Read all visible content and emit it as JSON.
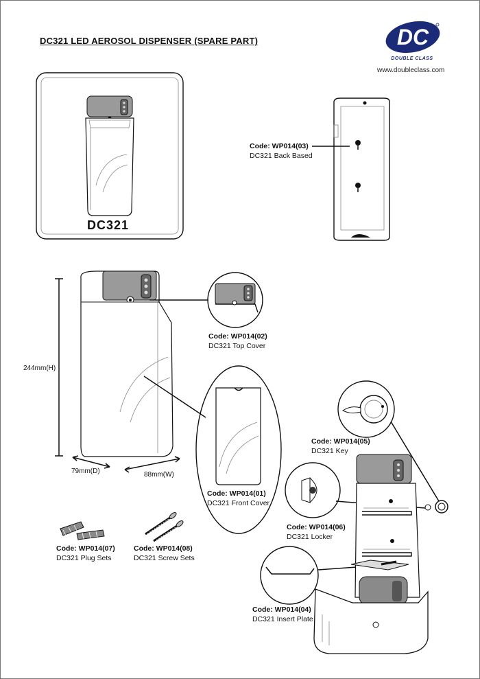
{
  "title": "DC321 LED AEROSOL DISPENSER (SPARE PART)",
  "brand": {
    "logo_text": "DC",
    "tagline": "DOUBLE CLASS",
    "website": "www.doubleclass.com",
    "color": "#1c2b78"
  },
  "product_label": "DC321",
  "dimensions": {
    "height": "244mm(H)",
    "depth": "79mm(D)",
    "width": "88mm(W)"
  },
  "parts": [
    {
      "code": "Code: WP014(03)",
      "name": "DC321 Back Based"
    },
    {
      "code": "Code: WP014(02)",
      "name": "DC321 Top Cover"
    },
    {
      "code": "Code: WP014(01)",
      "name": "DC321 Front Cover"
    },
    {
      "code": "Code: WP014(05)",
      "name": "DC321 Key"
    },
    {
      "code": "Code: WP014(06)",
      "name": "DC321 Locker"
    },
    {
      "code": "Code: WP014(07)",
      "name": "DC321 Plug Sets"
    },
    {
      "code": "Code: WP014(08)",
      "name": "DC321 Screw Sets"
    },
    {
      "code": "Code: WP014(04)",
      "name": "DC321 Insert Plate"
    }
  ]
}
